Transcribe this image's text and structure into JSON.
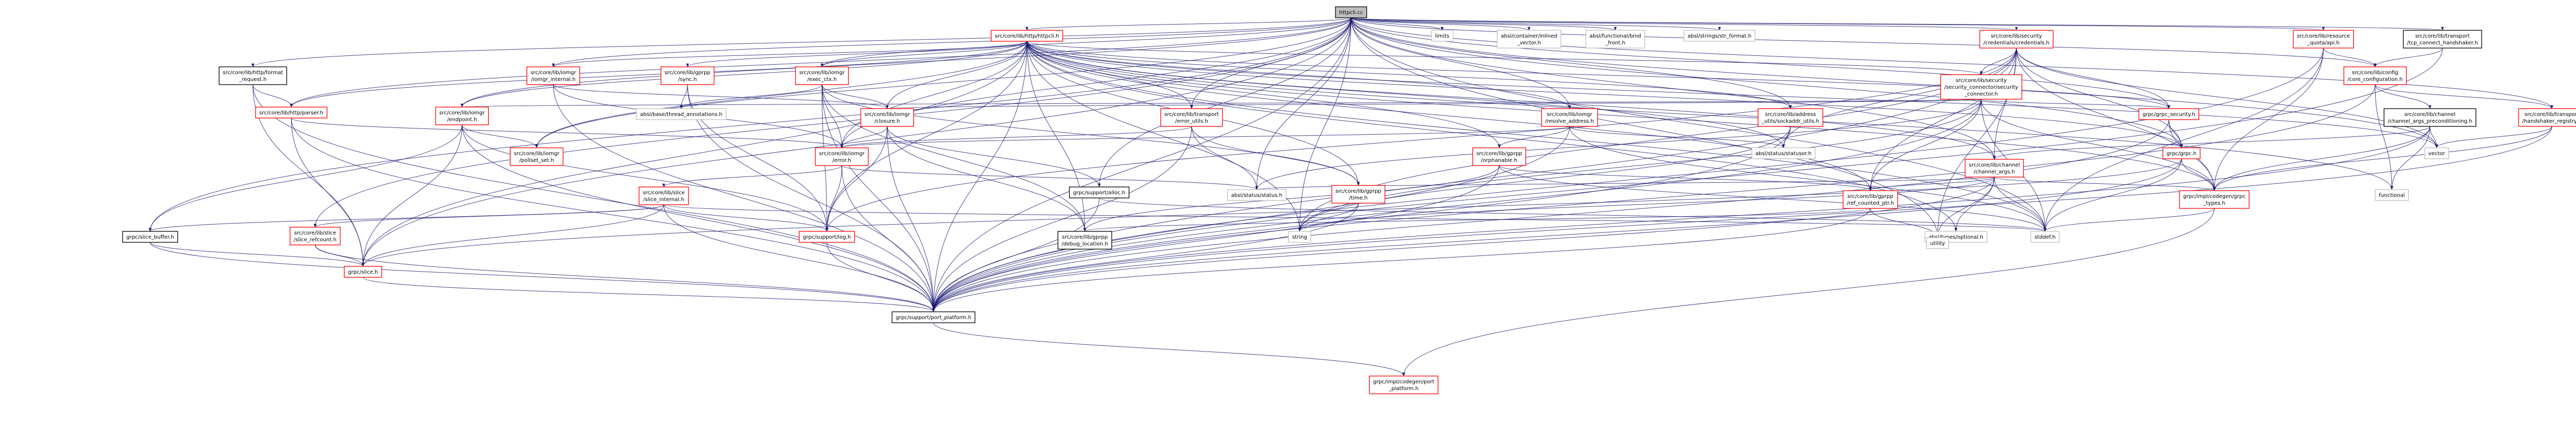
{
  "colors": {
    "root_fill": "#bfbfbf",
    "node_stroke": "#000000",
    "highlight_stroke": "#ff0000",
    "system_stroke": "#bfbfbf",
    "edge": "#191970",
    "link_text": "#b70000",
    "system_text": "#000000"
  },
  "nodes": [
    {
      "id": "root",
      "label": [
        "httpcli.cc"
      ],
      "kind": "root"
    },
    {
      "id": "limits",
      "label": [
        "limits"
      ],
      "kind": "system"
    },
    {
      "id": "absl_inlined",
      "label": [
        "absl/container/inlined",
        "_vector.h"
      ],
      "kind": "system"
    },
    {
      "id": "absl_bind",
      "label": [
        "absl/functional/bind",
        "_front.h"
      ],
      "kind": "system"
    },
    {
      "id": "absl_strformat",
      "label": [
        "absl/strings/str_format.h"
      ],
      "kind": "system"
    },
    {
      "id": "httpcli_h",
      "label": [
        "src/core/lib/http/httpcli.h"
      ],
      "kind": "red"
    },
    {
      "id": "security_credentials",
      "label": [
        "src/core/lib/security",
        "/credentials/credentials.h"
      ],
      "kind": "red"
    },
    {
      "id": "resource_quota_api",
      "label": [
        "src/core/lib/resource",
        "_quota/api.h"
      ],
      "kind": "red"
    },
    {
      "id": "tcp_connect_handshaker",
      "label": [
        "src/core/lib/transport",
        "/tcp_connect_handshaker.h"
      ],
      "kind": "black"
    },
    {
      "id": "http_format_request",
      "label": [
        "src/core/lib/http/format",
        "_request.h"
      ],
      "kind": "black"
    },
    {
      "id": "iomgr_internal",
      "label": [
        "src/core/lib/iomgr",
        "/iomgr_internal.h"
      ],
      "kind": "red"
    },
    {
      "id": "gprpp_sync",
      "label": [
        "src/core/lib/gprpp",
        "/sync.h"
      ],
      "kind": "red"
    },
    {
      "id": "exec_ctx",
      "label": [
        "src/core/lib/iomgr",
        "/exec_ctx.h"
      ],
      "kind": "red"
    },
    {
      "id": "security_connector",
      "label": [
        "src/core/lib/security",
        "/security_connector/security",
        "_connector.h"
      ],
      "kind": "red"
    },
    {
      "id": "config_core",
      "label": [
        "src/core/lib/config",
        "/core_configuration.h"
      ],
      "kind": "red"
    },
    {
      "id": "http_parser",
      "label": [
        "src/core/lib/http/parser.h"
      ],
      "kind": "red"
    },
    {
      "id": "iomgr_endpoint",
      "label": [
        "src/core/lib/iomgr",
        "/endpoint.h"
      ],
      "kind": "red"
    },
    {
      "id": "absl_thread",
      "label": [
        "absl/base/thread_annotations.h"
      ],
      "kind": "system"
    },
    {
      "id": "iomgr_closure",
      "label": [
        "src/core/lib/iomgr",
        "/closure.h"
      ],
      "kind": "red"
    },
    {
      "id": "transport_error_utils",
      "label": [
        "src/core/lib/transport",
        "/error_utils.h"
      ],
      "kind": "red"
    },
    {
      "id": "resolve_address",
      "label": [
        "src/core/lib/iomgr",
        "/resolve_address.h"
      ],
      "kind": "red"
    },
    {
      "id": "sockaddr_utils",
      "label": [
        "src/core/lib/address",
        "_utils/sockaddr_utils.h"
      ],
      "kind": "red"
    },
    {
      "id": "grpc_security",
      "label": [
        "grpc/grpc_security.h"
      ],
      "kind": "red"
    },
    {
      "id": "channel_args_precond",
      "label": [
        "src/core/lib/channel",
        "/channel_args_preconditioning.h"
      ],
      "kind": "black"
    },
    {
      "id": "handshaker_registry",
      "label": [
        "src/core/lib/transport",
        "/handshaker_registry.h"
      ],
      "kind": "red"
    },
    {
      "id": "pollset_set",
      "label": [
        "src/core/lib/iomgr",
        "/pollset_set.h"
      ],
      "kind": "red"
    },
    {
      "id": "iomgr_error",
      "label": [
        "src/core/lib/iomgr",
        "/error.h"
      ],
      "kind": "red"
    },
    {
      "id": "gprpp_orphanable",
      "label": [
        "src/core/lib/gprpp",
        "/orphanable.h"
      ],
      "kind": "red"
    },
    {
      "id": "absl_statusor",
      "label": [
        "absl/status/statusor.h"
      ],
      "kind": "system"
    },
    {
      "id": "grpc_grpc",
      "label": [
        "grpc/grpc.h"
      ],
      "kind": "red"
    },
    {
      "id": "channel_args",
      "label": [
        "src/core/lib/channel",
        "/channel_args.h"
      ],
      "kind": "red"
    },
    {
      "id": "vector",
      "label": [
        "vector"
      ],
      "kind": "system"
    },
    {
      "id": "functional",
      "label": [
        "functional"
      ],
      "kind": "system"
    },
    {
      "id": "slice_internal",
      "label": [
        "src/core/lib/slice",
        "/slice_internal.h"
      ],
      "kind": "red"
    },
    {
      "id": "support_alloc",
      "label": [
        "grpc/support/alloc.h"
      ],
      "kind": "black"
    },
    {
      "id": "gprpp_time",
      "label": [
        "src/core/lib/gprpp",
        "/time.h"
      ],
      "kind": "red"
    },
    {
      "id": "absl_status",
      "label": [
        "absl/status/status.h"
      ],
      "kind": "system"
    },
    {
      "id": "ref_counted_ptr",
      "label": [
        "src/core/lib/gprpp",
        "/ref_counted_ptr.h"
      ],
      "kind": "red"
    },
    {
      "id": "absl_optional",
      "label": [
        "absl/types/optional.h"
      ],
      "kind": "system"
    },
    {
      "id": "grpc_types",
      "label": [
        "grpc/impl/codegen/grpc",
        "_types.h"
      ],
      "kind": "red"
    },
    {
      "id": "slice_buffer",
      "label": [
        "grpc/slice_buffer.h"
      ],
      "kind": "black"
    },
    {
      "id": "slice_refcount",
      "label": [
        "src/core/lib/slice",
        "/slice_refcount.h"
      ],
      "kind": "red"
    },
    {
      "id": "support_log",
      "label": [
        "grpc/support/log.h"
      ],
      "kind": "red"
    },
    {
      "id": "string",
      "label": [
        "string"
      ],
      "kind": "system"
    },
    {
      "id": "debug_location",
      "label": [
        "src/core/lib/gprpp",
        "/debug_location.h"
      ],
      "kind": "black"
    },
    {
      "id": "stddef",
      "label": [
        "stddef.h"
      ],
      "kind": "system"
    },
    {
      "id": "utility",
      "label": [
        "utility"
      ],
      "kind": "system"
    },
    {
      "id": "grpc_slice",
      "label": [
        "grpc/slice.h"
      ],
      "kind": "red"
    },
    {
      "id": "port_platform",
      "label": [
        "grpc/support/port_platform.h"
      ],
      "kind": "black"
    },
    {
      "id": "codegen_port_platform",
      "label": [
        "grpc/impl/codegen/port",
        "_platform.h"
      ],
      "kind": "red"
    }
  ],
  "edges": [
    [
      "root",
      "httpcli_h"
    ],
    [
      "root",
      "limits"
    ],
    [
      "root",
      "absl_inlined"
    ],
    [
      "root",
      "absl_bind"
    ],
    [
      "root",
      "absl_strformat"
    ],
    [
      "root",
      "security_credentials"
    ],
    [
      "root",
      "resource_quota_api"
    ],
    [
      "root",
      "tcp_connect_handshaker"
    ],
    [
      "root",
      "http_format_request"
    ],
    [
      "root",
      "http_parser"
    ],
    [
      "root",
      "iomgr_endpoint"
    ],
    [
      "root",
      "pollset_set"
    ],
    [
      "root",
      "iomgr_error"
    ],
    [
      "root",
      "support_alloc"
    ],
    [
      "root",
      "slice_buffer"
    ],
    [
      "root",
      "slice_refcount"
    ],
    [
      "root",
      "grpc_slice"
    ],
    [
      "root",
      "port_platform"
    ],
    [
      "root",
      "string"
    ],
    [
      "root",
      "vector"
    ],
    [
      "root",
      "utility"
    ],
    [
      "root",
      "iomgr_internal"
    ],
    [
      "root",
      "exec_ctx"
    ],
    [
      "root",
      "transport_error_utils"
    ],
    [
      "root",
      "resolve_address"
    ],
    [
      "root",
      "sockaddr_utils"
    ],
    [
      "root",
      "grpc_grpc"
    ],
    [
      "root",
      "channel_args"
    ],
    [
      "root",
      "grpc_security"
    ],
    [
      "root",
      "config_core"
    ],
    [
      "root",
      "absl_status"
    ],
    [
      "root",
      "handshaker_registry"
    ],
    [
      "root",
      "stddef"
    ],
    [
      "httpcli_h",
      "iomgr_internal"
    ],
    [
      "httpcli_h",
      "gprpp_sync"
    ],
    [
      "httpcli_h",
      "exec_ctx"
    ],
    [
      "httpcli_h",
      "security_connector"
    ],
    [
      "httpcli_h",
      "http_parser"
    ],
    [
      "httpcli_h",
      "iomgr_endpoint"
    ],
    [
      "httpcli_h",
      "iomgr_closure"
    ],
    [
      "httpcli_h",
      "transport_error_utils"
    ],
    [
      "httpcli_h",
      "resolve_address"
    ],
    [
      "httpcli_h",
      "sockaddr_utils"
    ],
    [
      "httpcli_h",
      "grpc_security"
    ],
    [
      "httpcli_h",
      "pollset_set"
    ],
    [
      "httpcli_h",
      "iomgr_error"
    ],
    [
      "httpcli_h",
      "gprpp_orphanable"
    ],
    [
      "httpcli_h",
      "absl_statusor"
    ],
    [
      "httpcli_h",
      "grpc_grpc"
    ],
    [
      "httpcli_h",
      "channel_args"
    ],
    [
      "httpcli_h",
      "vector"
    ],
    [
      "httpcli_h",
      "functional"
    ],
    [
      "httpcli_h",
      "gprpp_time"
    ],
    [
      "httpcli_h",
      "ref_counted_ptr"
    ],
    [
      "httpcli_h",
      "absl_optional"
    ],
    [
      "httpcli_h",
      "grpc_types"
    ],
    [
      "httpcli_h",
      "debug_location"
    ],
    [
      "httpcli_h",
      "grpc_slice"
    ],
    [
      "httpcli_h",
      "port_platform"
    ],
    [
      "httpcli_h",
      "support_log"
    ],
    [
      "httpcli_h",
      "stddef"
    ],
    [
      "httpcli_h",
      "string"
    ],
    [
      "security_credentials",
      "security_connector"
    ],
    [
      "security_credentials",
      "grpc_security"
    ],
    [
      "security_credentials",
      "channel_args"
    ],
    [
      "security_credentials",
      "grpc_grpc"
    ],
    [
      "security_credentials",
      "ref_counted_ptr"
    ],
    [
      "security_credentials",
      "grpc_types"
    ],
    [
      "security_credentials",
      "absl_statusor"
    ],
    [
      "security_credentials",
      "vector"
    ],
    [
      "security_credentials",
      "string"
    ],
    [
      "security_credentials",
      "utility"
    ],
    [
      "security_credentials",
      "port_platform"
    ],
    [
      "security_credentials",
      "support_log"
    ],
    [
      "resource_quota_api",
      "config_core"
    ],
    [
      "resource_quota_api",
      "grpc_types"
    ],
    [
      "resource_quota_api",
      "port_platform"
    ],
    [
      "resource_quota_api",
      "stddef"
    ],
    [
      "tcp_connect_handshaker",
      "config_core"
    ],
    [
      "tcp_connect_handshaker",
      "port_platform"
    ],
    [
      "http_format_request",
      "http_parser"
    ],
    [
      "http_format_request",
      "grpc_slice"
    ],
    [
      "http_format_request",
      "port_platform"
    ],
    [
      "iomgr_internal",
      "iomgr_closure"
    ],
    [
      "iomgr_internal",
      "iomgr_error"
    ],
    [
      "iomgr_internal",
      "port_platform"
    ],
    [
      "gprpp_sync",
      "absl_thread"
    ],
    [
      "gprpp_sync",
      "support_log"
    ],
    [
      "gprpp_sync",
      "port_platform"
    ],
    [
      "exec_ctx",
      "iomgr_closure"
    ],
    [
      "exec_ctx",
      "iomgr_error"
    ],
    [
      "exec_ctx",
      "gprpp_time"
    ],
    [
      "exec_ctx",
      "debug_location"
    ],
    [
      "exec_ctx",
      "support_log"
    ],
    [
      "exec_ctx",
      "port_platform"
    ],
    [
      "exec_ctx",
      "absl_thread"
    ],
    [
      "security_connector",
      "grpc_security"
    ],
    [
      "security_connector",
      "ref_counted_ptr"
    ],
    [
      "security_connector",
      "iomgr_endpoint"
    ],
    [
      "security_connector",
      "absl_status"
    ],
    [
      "security_connector",
      "grpc_types"
    ],
    [
      "security_connector",
      "port_platform"
    ],
    [
      "security_connector",
      "stddef"
    ],
    [
      "security_connector",
      "string"
    ],
    [
      "security_connector",
      "iomgr_closure"
    ],
    [
      "config_core",
      "channel_args_precond"
    ],
    [
      "config_core",
      "handshaker_registry"
    ],
    [
      "config_core",
      "functional"
    ],
    [
      "config_core",
      "port_platform"
    ],
    [
      "http_parser",
      "iomgr_error"
    ],
    [
      "http_parser",
      "grpc_slice"
    ],
    [
      "http_parser",
      "port_platform"
    ],
    [
      "iomgr_endpoint",
      "pollset_set"
    ],
    [
      "iomgr_endpoint",
      "slice_buffer"
    ],
    [
      "iomgr_endpoint",
      "grpc_slice"
    ],
    [
      "iomgr_endpoint",
      "port_platform"
    ],
    [
      "iomgr_endpoint",
      "support_log"
    ],
    [
      "iomgr_closure",
      "iomgr_error"
    ],
    [
      "iomgr_closure",
      "support_alloc"
    ],
    [
      "iomgr_closure",
      "debug_location"
    ],
    [
      "iomgr_closure",
      "support_log"
    ],
    [
      "iomgr_closure",
      "port_platform"
    ],
    [
      "transport_error_utils",
      "iomgr_error"
    ],
    [
      "transport_error_utils",
      "gprpp_time"
    ],
    [
      "transport_error_utils",
      "absl_status"
    ],
    [
      "transport_error_utils",
      "port_platform"
    ],
    [
      "resolve_address",
      "gprpp_orphanable"
    ],
    [
      "resolve_address",
      "absl_statusor"
    ],
    [
      "resolve_address",
      "iomgr_error"
    ],
    [
      "resolve_address",
      "port_platform"
    ],
    [
      "resolve_address",
      "stddef"
    ],
    [
      "sockaddr_utils",
      "absl_statusor"
    ],
    [
      "sockaddr_utils",
      "string"
    ],
    [
      "sockaddr_utils",
      "port_platform"
    ],
    [
      "grpc_security",
      "grpc_grpc"
    ],
    [
      "grpc_security",
      "grpc_types"
    ],
    [
      "grpc_security",
      "port_platform"
    ],
    [
      "channel_args_precond",
      "channel_args"
    ],
    [
      "channel_args_precond",
      "functional"
    ],
    [
      "channel_args_precond",
      "vector"
    ],
    [
      "channel_args_precond",
      "grpc_types"
    ],
    [
      "channel_args_precond",
      "port_platform"
    ],
    [
      "handshaker_registry",
      "vector"
    ],
    [
      "handshaker_registry",
      "grpc_types"
    ],
    [
      "handshaker_registry",
      "port_platform"
    ],
    [
      "iomgr_error",
      "slice_internal"
    ],
    [
      "iomgr_error",
      "absl_status"
    ],
    [
      "iomgr_error",
      "support_log"
    ],
    [
      "iomgr_error",
      "port_platform"
    ],
    [
      "gprpp_orphanable",
      "ref_counted_ptr"
    ],
    [
      "gprpp_orphanable",
      "debug_location"
    ],
    [
      "gprpp_orphanable",
      "port_platform"
    ],
    [
      "gprpp_orphanable",
      "stddef"
    ],
    [
      "grpc_grpc",
      "grpc_types"
    ],
    [
      "grpc_grpc",
      "grpc_slice"
    ],
    [
      "grpc_grpc",
      "port_platform"
    ],
    [
      "grpc_grpc",
      "stddef"
    ],
    [
      "channel_args",
      "ref_counted_ptr"
    ],
    [
      "channel_args",
      "absl_optional"
    ],
    [
      "channel_args",
      "grpc_types"
    ],
    [
      "channel_args",
      "utility"
    ],
    [
      "channel_args",
      "string"
    ],
    [
      "channel_args",
      "stddef"
    ],
    [
      "channel_args",
      "port_platform"
    ],
    [
      "channel_args",
      "absl_status"
    ],
    [
      "slice_internal",
      "slice_refcount"
    ],
    [
      "slice_internal",
      "slice_buffer"
    ],
    [
      "slice_internal",
      "grpc_slice"
    ],
    [
      "slice_internal",
      "support_log"
    ],
    [
      "slice_internal",
      "port_platform"
    ],
    [
      "slice_internal",
      "stddef"
    ],
    [
      "support_alloc",
      "stddef"
    ],
    [
      "support_alloc",
      "port_platform"
    ],
    [
      "gprpp_time",
      "string"
    ],
    [
      "gprpp_time",
      "port_platform"
    ],
    [
      "ref_counted_ptr",
      "utility"
    ],
    [
      "ref_counted_ptr",
      "debug_location"
    ],
    [
      "ref_counted_ptr",
      "port_platform"
    ],
    [
      "grpc_types",
      "codegen_port_platform"
    ],
    [
      "grpc_types",
      "stddef"
    ],
    [
      "slice_buffer",
      "grpc_slice"
    ],
    [
      "slice_buffer",
      "port_platform"
    ],
    [
      "slice_refcount",
      "grpc_slice"
    ],
    [
      "slice_refcount",
      "port_platform"
    ],
    [
      "support_log",
      "port_platform"
    ],
    [
      "grpc_slice",
      "port_platform"
    ],
    [
      "port_platform",
      "codegen_port_platform"
    ]
  ]
}
